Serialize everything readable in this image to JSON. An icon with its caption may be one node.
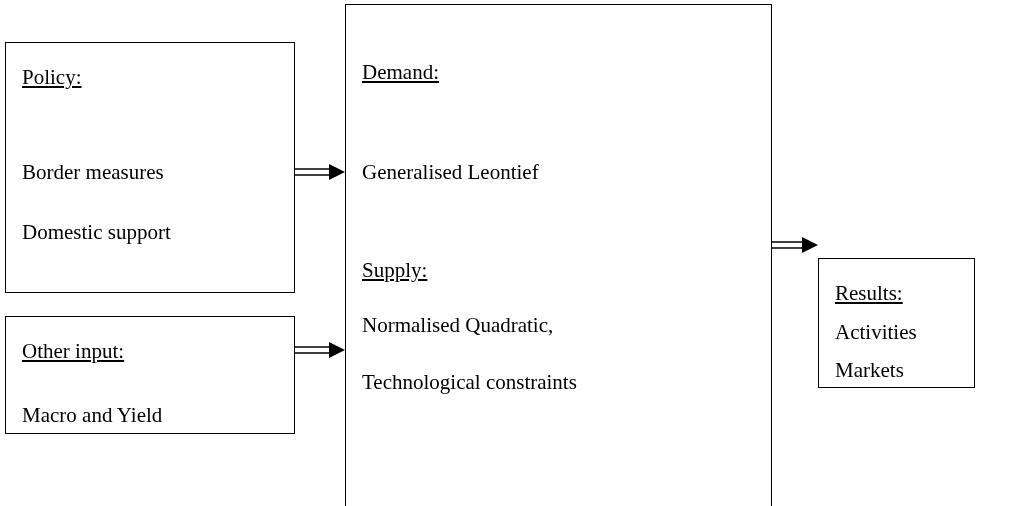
{
  "diagram": {
    "nodes": [
      {
        "text": [
          "Policy:",
          "Border measures",
          "Domestic support"
        ]
      },
      {
        "text": [
          "Other input:",
          "Macro and Yield"
        ]
      },
      {
        "text": [
          "Demand:",
          "Generalised Leontief",
          "Supply:",
          "Normalised Quadratic,",
          "Technological constraints"
        ]
      },
      {
        "text": [
          "Results:",
          "Activities",
          "Markets"
        ]
      }
    ],
    "edges": [
      {
        "from": 0,
        "to": 2,
        "arrow": "to"
      },
      {
        "from": 1,
        "to": 2,
        "arrow": "to"
      },
      {
        "from": 2,
        "to": 3,
        "arrow": "to"
      }
    ]
  }
}
